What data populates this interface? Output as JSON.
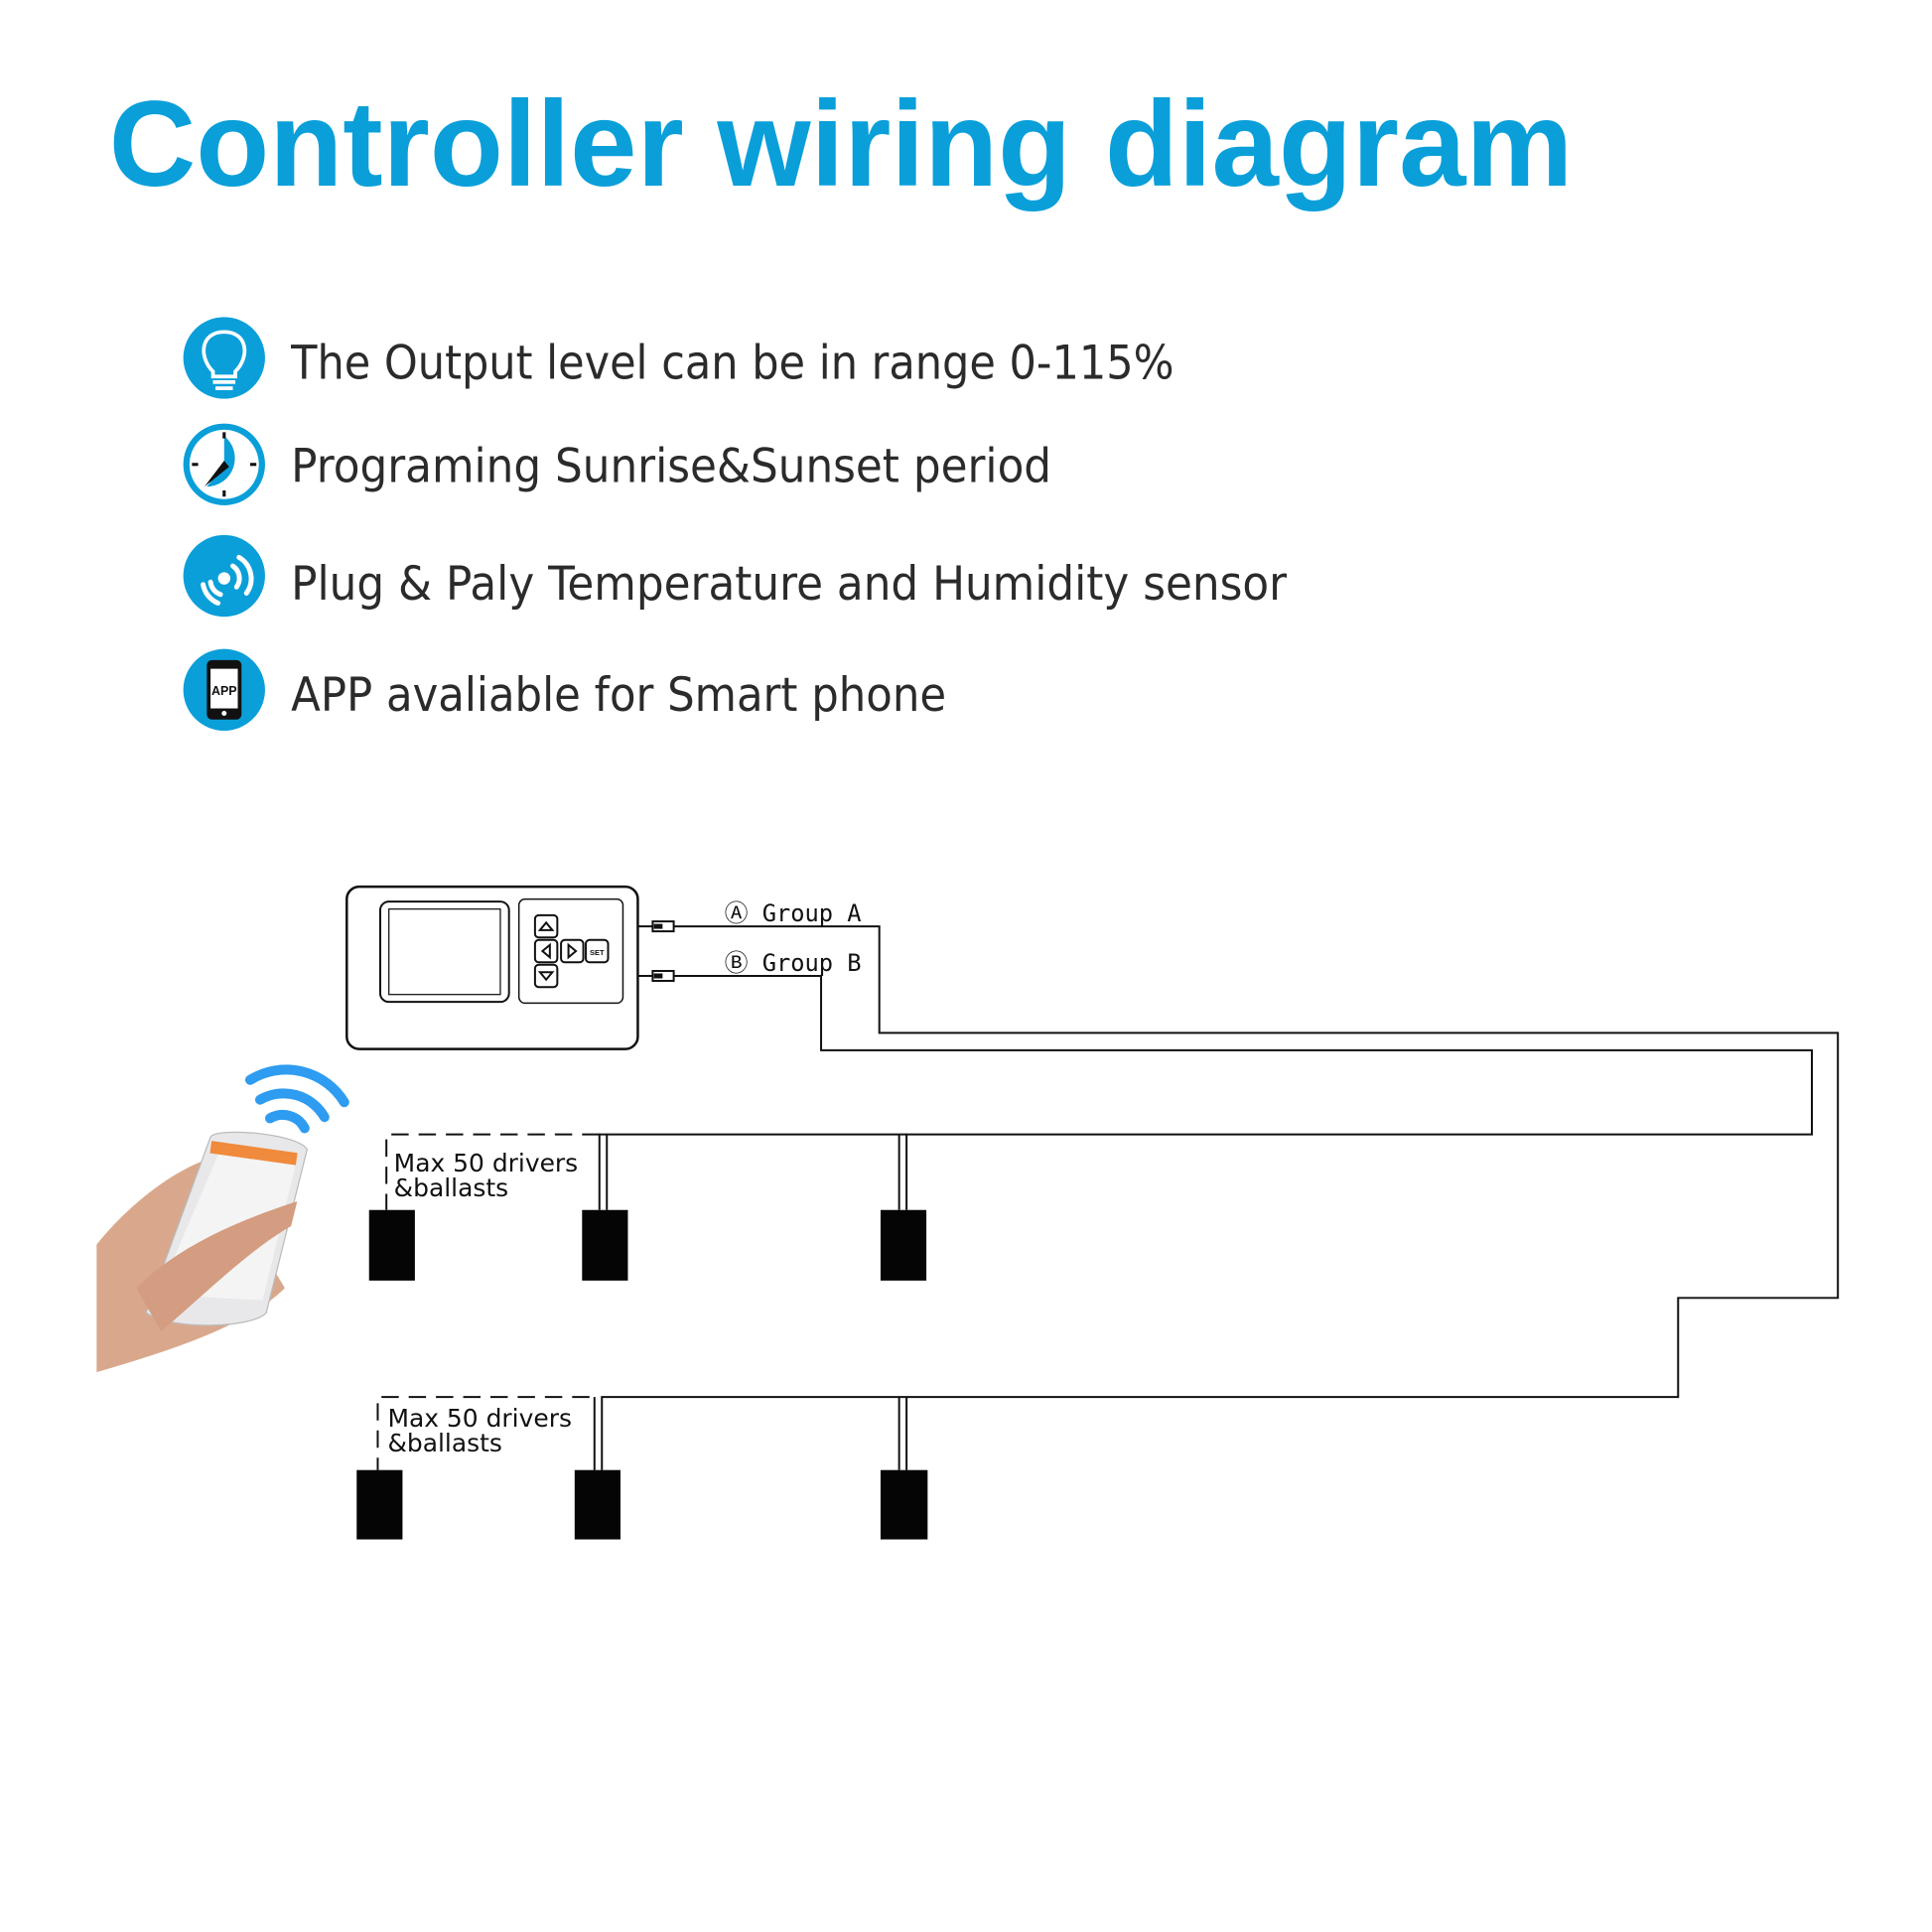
{
  "title": "Controller wiring diagram",
  "features": [
    {
      "icon": "lightbulb-icon",
      "text": "The Output level can be in range 0-115%"
    },
    {
      "icon": "clock-icon",
      "text": "Programing Sunrise&Sunset period"
    },
    {
      "icon": "sensor-signal-icon",
      "text": "Plug & Paly Temperature and Humidity sensor"
    },
    {
      "icon": "smartphone-app-icon",
      "text": "APP avaliable for Smart phone",
      "icon_text": "APP"
    }
  ],
  "diagram": {
    "group_a": "Ⓐ Group A",
    "group_b": "Ⓑ Group B",
    "set_label": "SET",
    "row1_label": [
      "Max 50 drivers",
      "&ballasts"
    ],
    "row2_label": [
      "Max 50 drivers",
      "&ballasts"
    ]
  },
  "colors": {
    "accent": "#0a9fd9",
    "text": "#2b2b2b"
  }
}
